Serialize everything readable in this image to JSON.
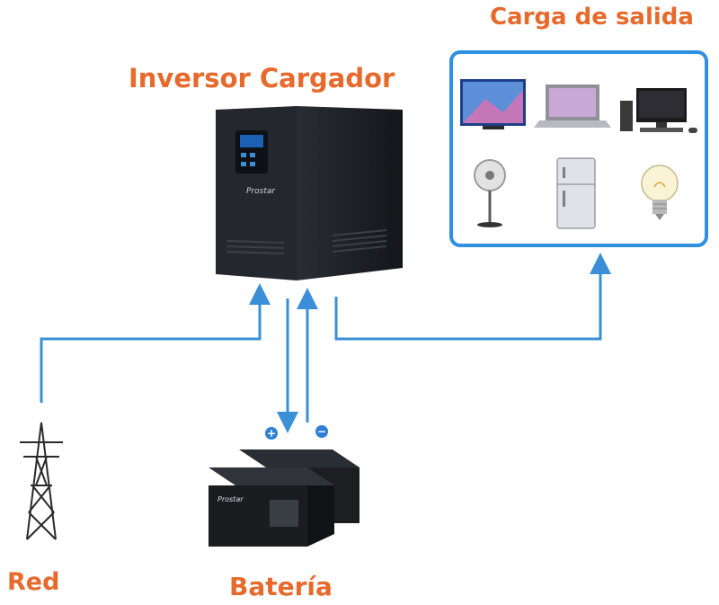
{
  "labels": {
    "inverter": "Inversor Cargador",
    "output_load": "Carga de salida",
    "grid": "Red",
    "battery": "Batería"
  },
  "brand": "Prostar",
  "colors": {
    "label": "#e8692c",
    "flow_line": "#3a8fd6",
    "device_body": "#1e2126",
    "panel_border": "#2f8fe0"
  },
  "battery_terminals": {
    "positive": "+",
    "negative": "−"
  },
  "output_load_devices": [
    {
      "name": "tv-icon"
    },
    {
      "name": "laptop-icon"
    },
    {
      "name": "desktop-computer-icon"
    },
    {
      "name": "fan-icon"
    },
    {
      "name": "refrigerator-icon"
    },
    {
      "name": "light-bulb-icon"
    }
  ]
}
